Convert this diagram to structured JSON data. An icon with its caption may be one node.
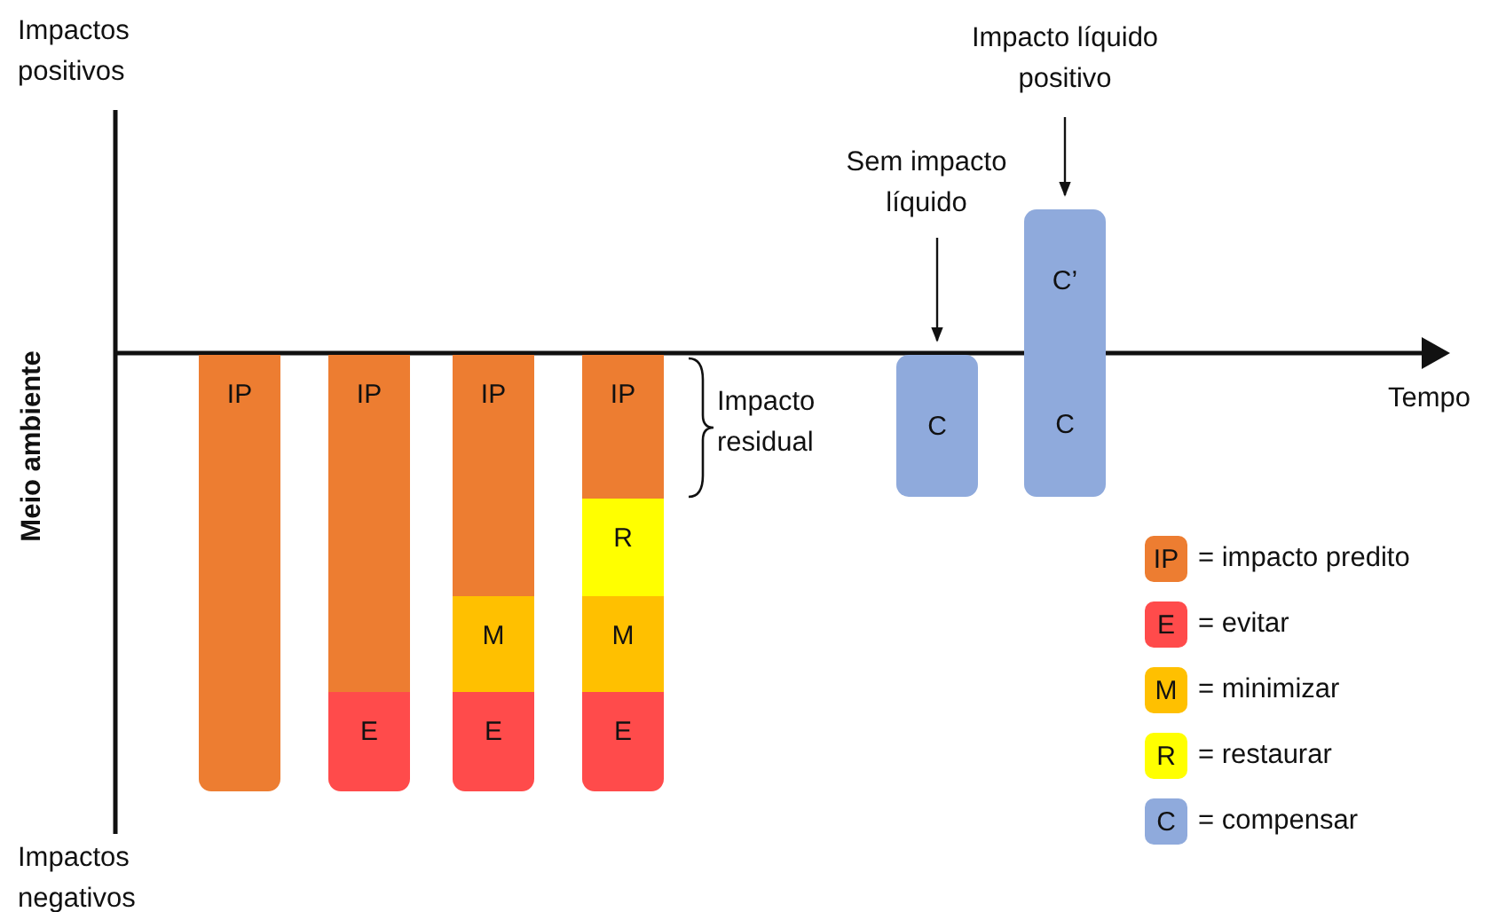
{
  "diagram": {
    "nodes": [
      {
        "text": [
          "Impacto líquido positivo"
        ]
      },
      {
        "text": [
          "Sem impacto líquido"
        ]
      },
      {
        "text": [
          "IP"
        ]
      },
      {
        "text": [
          "IP"
        ]
      },
      {
        "text": [
          "E"
        ]
      },
      {
        "text": [
          "IP"
        ]
      },
      {
        "text": [
          "M"
        ]
      },
      {
        "text": [
          "E"
        ]
      },
      {
        "text": [
          "IP"
        ]
      },
      {
        "text": [
          "R"
        ]
      },
      {
        "text": [
          "M"
        ]
      },
      {
        "text": [
          "E"
        ]
      },
      {
        "text": [
          "C"
        ]
      },
      {
        "text": [
          "C’",
          "C"
        ]
      }
    ],
    "edges": [
      {
        "from": 1,
        "to": 12,
        "arrow": "to"
      },
      {
        "from": 0,
        "to": 13,
        "arrow": "to"
      }
    ],
    "labels": [
      "Impactos positivos",
      "Meio ambiente",
      "Tempo",
      "Impacto residual",
      "Impactos negativos"
    ],
    "legend": [
      {
        "text": "IP = impacto predito",
        "color": "#ed7d31"
      },
      {
        "text": "E = evitar",
        "color": "#ff4b4b"
      },
      {
        "text": "M = minimizar",
        "color": "#ffc000"
      },
      {
        "text": "R = restaurar",
        "color": "#ffff00"
      },
      {
        "text": "C = compensar",
        "color": "#8faadc"
      }
    ]
  }
}
